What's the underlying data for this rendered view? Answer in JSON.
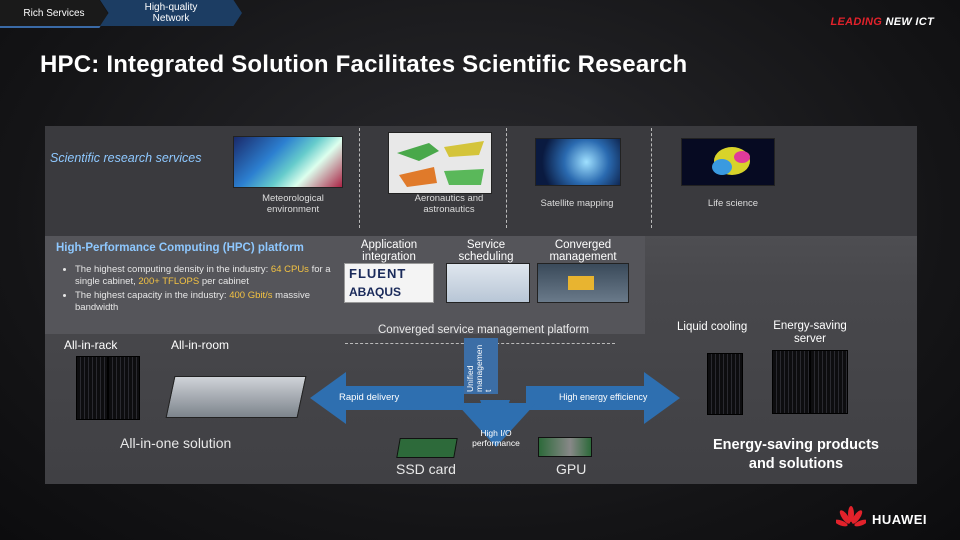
{
  "nav": {
    "tab1": "Rich Services",
    "tab2_line1": "High-quality",
    "tab2_line2": "Network"
  },
  "brand": {
    "part1": "LEADING",
    "part2": "NEW ICT"
  },
  "title": "HPC: Integrated Solution Facilitates Scientific Research",
  "research": {
    "label": "Scientific research services",
    "items": [
      {
        "name": "Meteorological environment",
        "line1": "Meteorological",
        "line2": "environment"
      },
      {
        "name": "Aeronautics and astronautics",
        "line1": "Aeronautics and",
        "line2": "astronautics"
      },
      {
        "name": "Satellite mapping",
        "line1": "Satellite mapping",
        "line2": ""
      },
      {
        "name": "Life science",
        "line1": "Life science",
        "line2": ""
      }
    ]
  },
  "hpc": {
    "label": "High-Performance Computing (HPC) platform",
    "bullets": [
      {
        "pre": "The highest computing density in the industry:",
        "hl": "64 CPUs",
        "mid": " for a single cabinet, ",
        "hl2": "200+ TFLOPS",
        "post": " per cabinet"
      },
      {
        "pre": "The highest capacity in the industry:",
        "hl": "400 Gbit/s",
        "mid": "",
        "hl2": "",
        "post": " massive bandwidth"
      }
    ]
  },
  "mgmt": {
    "app_integration_1": "Application",
    "app_integration_2": "integration",
    "service_scheduling_1": "Service",
    "service_scheduling_2": "scheduling",
    "converged_mgmt_1": "Converged",
    "converged_mgmt_2": "management",
    "platform": "Converged service management platform",
    "unified_1": "Unified",
    "unified_2": "managemen",
    "unified_3": "t",
    "logo_fluent": "FLUENT",
    "logo_abaqus": "ABAQUS"
  },
  "hardware": {
    "all_in_rack": "All-in-rack",
    "all_in_room": "All-in-room",
    "all_in_one": "All-in-one solution",
    "liquid_cooling": "Liquid cooling",
    "energy_server_1": "Energy-saving",
    "energy_server_2": "server",
    "rapid_delivery": "Rapid delivery",
    "high_energy": "High energy efficiency",
    "high_io_1": "High I/O",
    "high_io_2": "performance",
    "ssd": "SSD card",
    "gpu": "GPU",
    "energy_products_1": "Energy-saving products",
    "energy_products_2": "and solutions"
  },
  "footer": {
    "company": "HUAWEI"
  },
  "colors": {
    "accent_blue": "#2e6fb0",
    "highlight": "#f3c242",
    "brand_red": "#e2222b",
    "label_blue": "#8ec8ff"
  }
}
